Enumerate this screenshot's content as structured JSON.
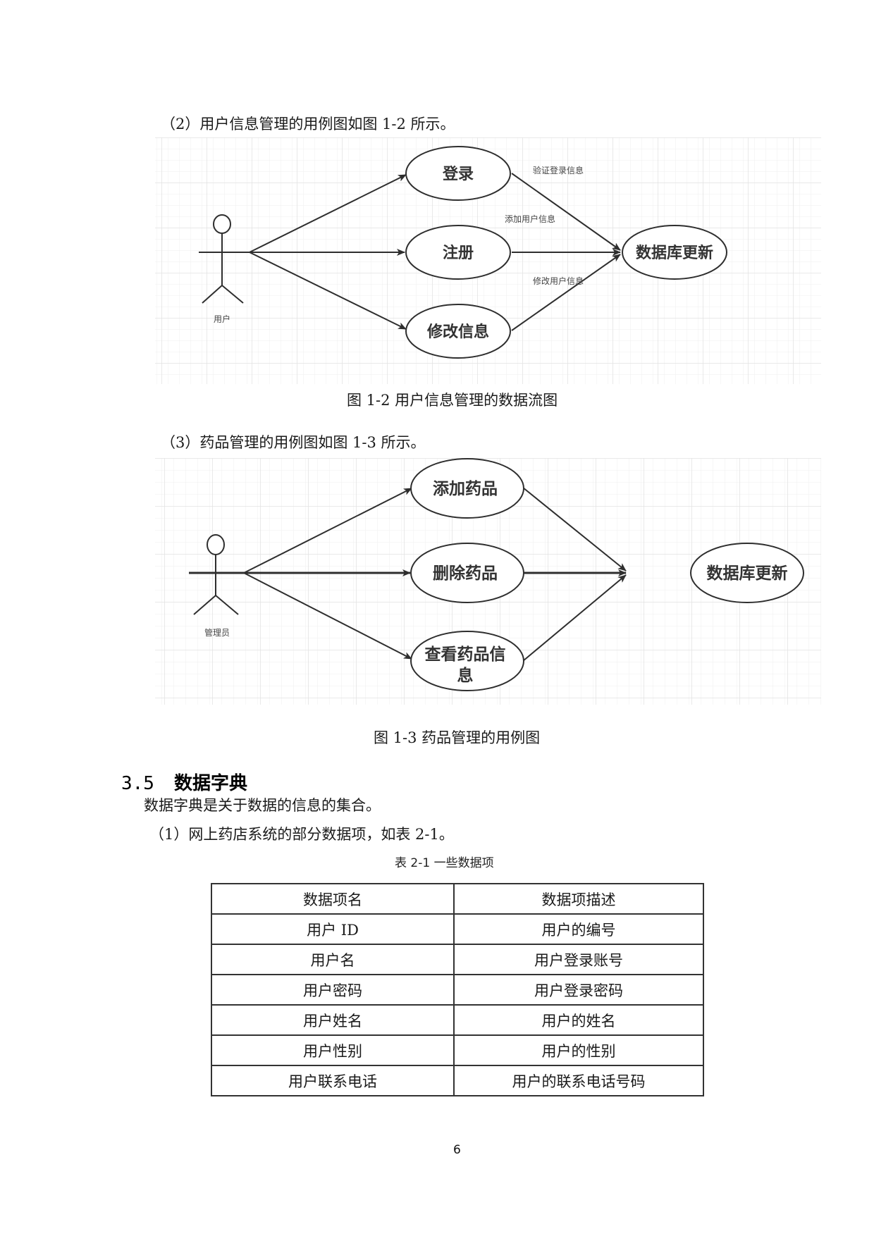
{
  "section_2": {
    "intro": "（2）用户信息管理的用例图如图 1-2 所示。",
    "diagram": {
      "actor": "用户",
      "use_cases": [
        "登录",
        "注册",
        "修改信息"
      ],
      "target": "数据库更新",
      "edge_labels": [
        "验证登录信息",
        "添加用户信息",
        "修改用户信息"
      ]
    },
    "caption": "图 1-2  用户信息管理的数据流图"
  },
  "section_3": {
    "intro": "（3）药品管理的用例图如图 1-3 所示。",
    "diagram": {
      "actor": "管理员",
      "use_cases": [
        "添加药品",
        "删除药品",
        "查看药品信",
        "息"
      ],
      "target": "数据库更新"
    },
    "caption": "图 1-3  药品管理的用例图"
  },
  "heading": {
    "number": "3.5",
    "title": "数据字典"
  },
  "body": {
    "definition": "数据字典是关于数据的信息的集合。",
    "item_1": "（1）网上药店系统的部分数据项，如表 2-1。"
  },
  "table": {
    "title": "表 2-1 一些数据项",
    "headers": [
      "数据项名",
      "数据项描述"
    ],
    "rows": [
      [
        "用户 ID",
        "用户的编号"
      ],
      [
        "用户名",
        "用户登录账号"
      ],
      [
        "用户密码",
        "用户登录密码"
      ],
      [
        "用户姓名",
        "用户的姓名"
      ],
      [
        "用户性别",
        "用户的性别"
      ],
      [
        "用户联系电话",
        "用户的联系电话号码"
      ]
    ]
  },
  "footer": {
    "page_number": "6"
  },
  "colors": {
    "grid_minor": "#efefef",
    "grid_major": "#e2e2e2",
    "stroke": "#2e2e2e"
  }
}
